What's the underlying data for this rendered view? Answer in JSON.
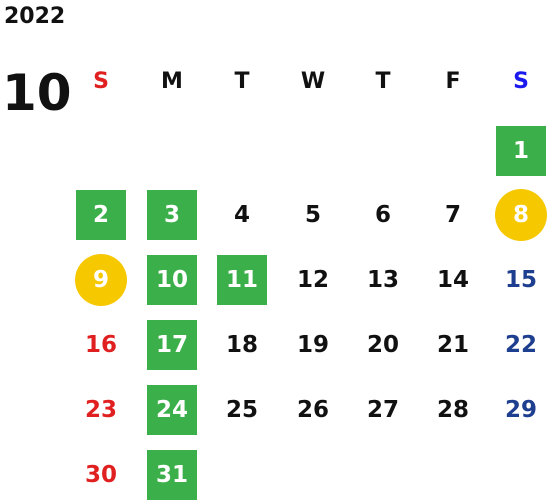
{
  "calendar": {
    "year": "2022",
    "month": "10",
    "colors": {
      "sunday": "#e02020",
      "saturday": "#1e3f8f",
      "saturday_header": "#1a1aee",
      "weekday": "#111111",
      "holiday_box": "#3bb04a",
      "special_circle": "#f5c800"
    },
    "weekdays": [
      {
        "label": "S",
        "kind": "sunday"
      },
      {
        "label": "M",
        "kind": "weekday"
      },
      {
        "label": "T",
        "kind": "weekday"
      },
      {
        "label": "W",
        "kind": "weekday"
      },
      {
        "label": "T",
        "kind": "weekday"
      },
      {
        "label": "F",
        "kind": "weekday"
      },
      {
        "label": "S",
        "kind": "saturday"
      }
    ],
    "weeks": [
      [
        null,
        null,
        null,
        null,
        null,
        null,
        {
          "day": "1",
          "mark": "green"
        }
      ],
      [
        {
          "day": "2",
          "mark": "green"
        },
        {
          "day": "3",
          "mark": "green"
        },
        {
          "day": "4"
        },
        {
          "day": "5"
        },
        {
          "day": "6"
        },
        {
          "day": "7"
        },
        {
          "day": "8",
          "mark": "yellow"
        }
      ],
      [
        {
          "day": "9",
          "mark": "yellow"
        },
        {
          "day": "10",
          "mark": "green"
        },
        {
          "day": "11",
          "mark": "green"
        },
        {
          "day": "12"
        },
        {
          "day": "13"
        },
        {
          "day": "14"
        },
        {
          "day": "15"
        }
      ],
      [
        {
          "day": "16"
        },
        {
          "day": "17",
          "mark": "green"
        },
        {
          "day": "18"
        },
        {
          "day": "19"
        },
        {
          "day": "20"
        },
        {
          "day": "21"
        },
        {
          "day": "22"
        }
      ],
      [
        {
          "day": "23"
        },
        {
          "day": "24",
          "mark": "green"
        },
        {
          "day": "25"
        },
        {
          "day": "26"
        },
        {
          "day": "27"
        },
        {
          "day": "28"
        },
        {
          "day": "29"
        }
      ],
      [
        {
          "day": "30"
        },
        {
          "day": "31",
          "mark": "green"
        },
        null,
        null,
        null,
        null,
        null
      ]
    ]
  }
}
